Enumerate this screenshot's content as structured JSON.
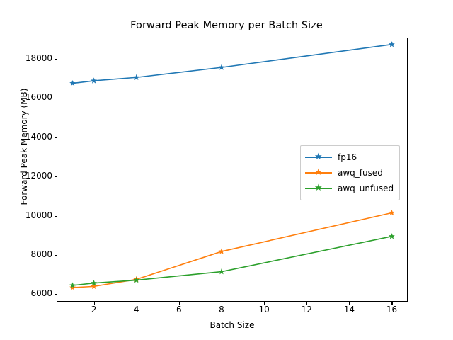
{
  "chart_data": {
    "type": "line",
    "title": "Forward Peak Memory per Batch Size",
    "xlabel": "Batch Size",
    "ylabel": "Forward Peak Memory (MB)",
    "x": [
      1,
      2,
      4,
      8,
      16
    ],
    "xlim": [
      0.25,
      16.75
    ],
    "ylim": [
      5620,
      19080
    ],
    "xticks": [
      2,
      4,
      6,
      8,
      10,
      12,
      14,
      16
    ],
    "xtick_labels": [
      "2",
      "4",
      "6",
      "8",
      "10",
      "12",
      "14",
      "16"
    ],
    "yticks": [
      6000,
      8000,
      10000,
      12000,
      14000,
      16000,
      18000
    ],
    "ytick_labels": [
      "6000",
      "8000",
      "10000",
      "12000",
      "14000",
      "16000",
      "18000"
    ],
    "grid": false,
    "legend_position": "center right",
    "marker": "star",
    "series": [
      {
        "name": "fp16",
        "color": "#1f77b4",
        "values": [
          16750,
          16880,
          17050,
          17560,
          18730
        ]
      },
      {
        "name": "awq_fused",
        "color": "#ff7f0e",
        "values": [
          6340,
          6400,
          6760,
          8180,
          10150
        ]
      },
      {
        "name": "awq_unfused",
        "color": "#2ca02c",
        "values": [
          6450,
          6570,
          6720,
          7150,
          8950
        ]
      }
    ]
  },
  "legend": {
    "entries": [
      {
        "label": "fp16"
      },
      {
        "label": "awq_fused"
      },
      {
        "label": "awq_unfused"
      }
    ]
  },
  "icons": {
    "marker_glyph": "★"
  }
}
